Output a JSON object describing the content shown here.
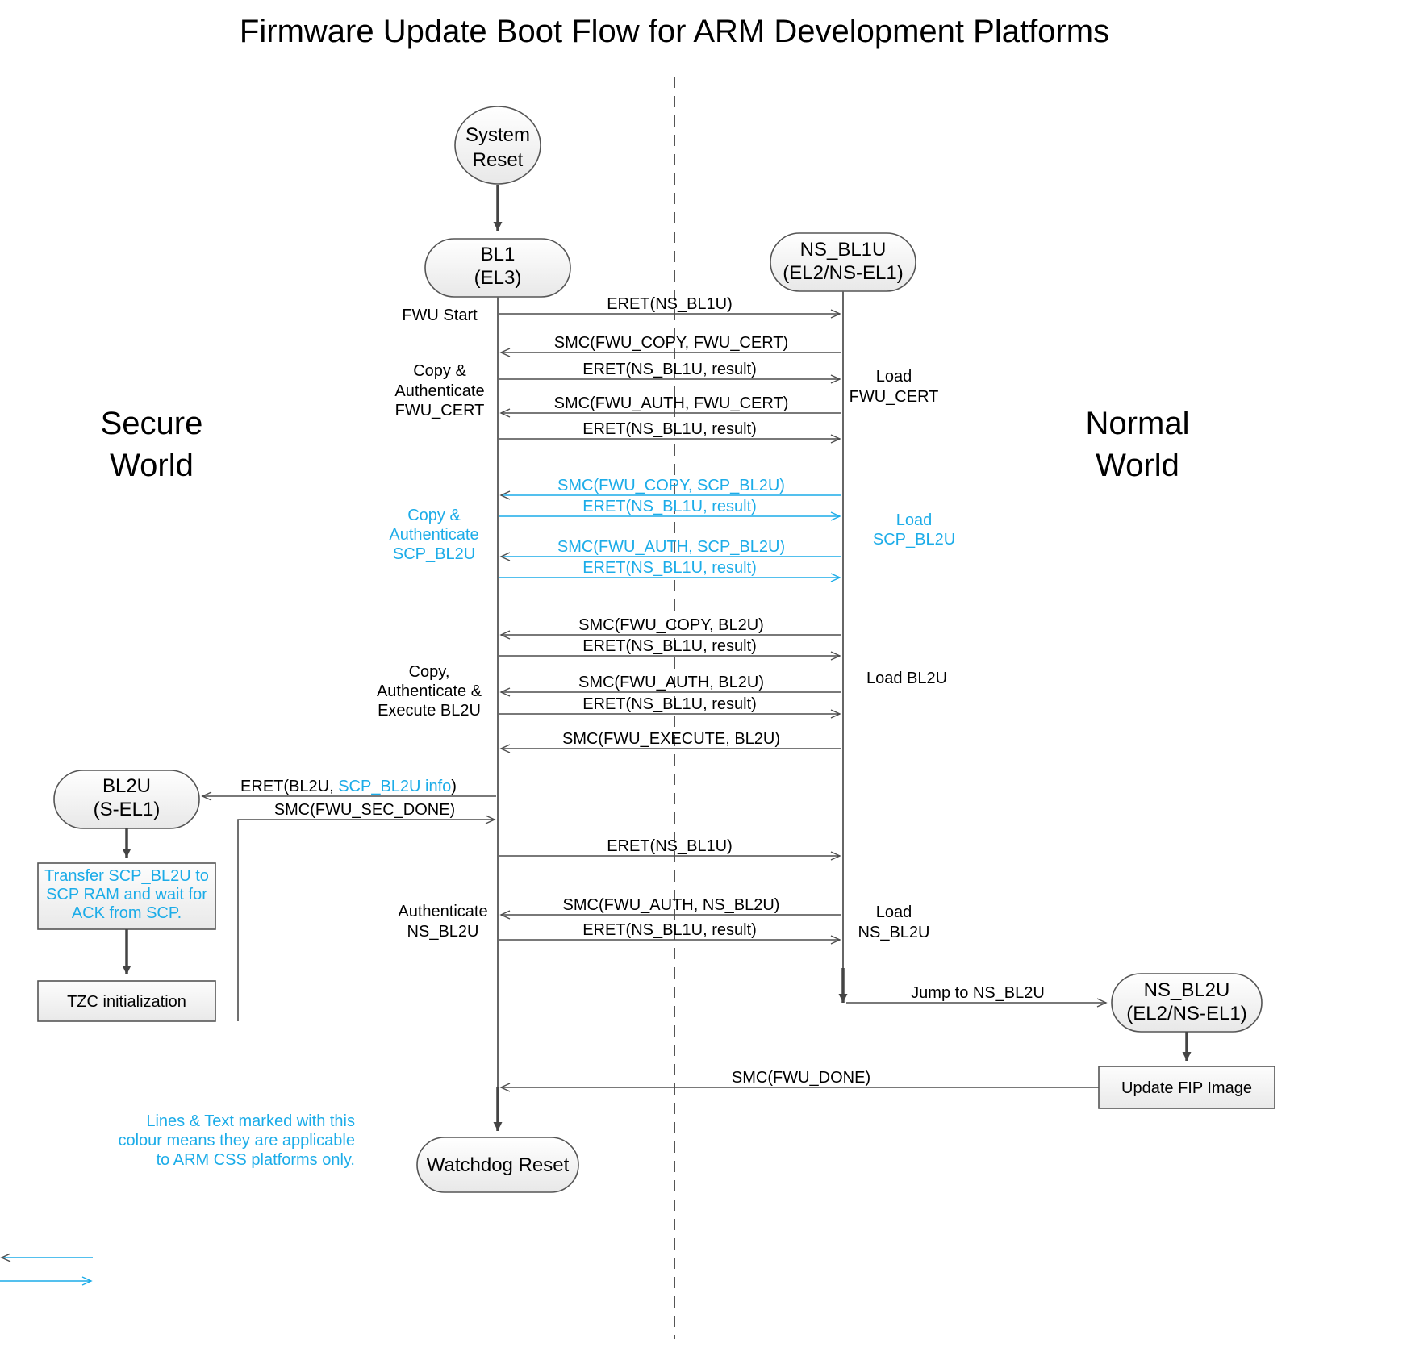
{
  "title": "Firmware Update Boot Flow for ARM Development Platforms",
  "worlds": {
    "secure": "Secure\nWorld",
    "secure_l1": "Secure",
    "secure_l2": "World",
    "normal_l1": "Normal",
    "normal_l2": "World"
  },
  "nodes": {
    "system_reset_l1": "System",
    "system_reset_l2": "Reset",
    "bl1_l1": "BL1",
    "bl1_l2": "(EL3)",
    "ns_bl1u_l1": "NS_BL1U",
    "ns_bl1u_l2": "(EL2/NS-EL1)",
    "bl2u_l1": "BL2U",
    "bl2u_l2": "(S-EL1)",
    "ns_bl2u_l1": "NS_BL2U",
    "ns_bl2u_l2": "(EL2/NS-EL1)",
    "watchdog_reset": "Watchdog Reset",
    "tzc_init": "TZC initialization",
    "update_fip": "Update FIP Image",
    "transfer_note_l1": "Transfer SCP_BL2U to",
    "transfer_note_l2": "SCP RAM and wait for",
    "transfer_note_l3": "ACK from SCP."
  },
  "messages": [
    {
      "id": "m1",
      "label": "ERET(NS_BL1U)",
      "dir": "right",
      "colour": "black"
    },
    {
      "id": "m2",
      "label": "SMC(FWU_COPY, FWU_CERT)",
      "dir": "left",
      "colour": "black"
    },
    {
      "id": "m3",
      "label": "ERET(NS_BL1U, result)",
      "dir": "right",
      "colour": "black"
    },
    {
      "id": "m4",
      "label": "SMC(FWU_AUTH, FWU_CERT)",
      "dir": "left",
      "colour": "black"
    },
    {
      "id": "m5",
      "label": "ERET(NS_BL1U, result)",
      "dir": "right",
      "colour": "black"
    },
    {
      "id": "m6",
      "label": "SMC(FWU_COPY, SCP_BL2U)",
      "dir": "left",
      "colour": "cyan"
    },
    {
      "id": "m7",
      "label": "ERET(NS_BL1U, result)",
      "dir": "right",
      "colour": "cyan"
    },
    {
      "id": "m8",
      "label": "SMC(FWU_AUTH, SCP_BL2U)",
      "dir": "left",
      "colour": "cyan"
    },
    {
      "id": "m9",
      "label": "ERET(NS_BL1U, result)",
      "dir": "right",
      "colour": "cyan"
    },
    {
      "id": "m10",
      "label": "SMC(FWU_COPY, BL2U)",
      "dir": "left",
      "colour": "black"
    },
    {
      "id": "m11",
      "label": "ERET(NS_BL1U, result)",
      "dir": "right",
      "colour": "black"
    },
    {
      "id": "m12",
      "label": "SMC(FWU_AUTH, BL2U)",
      "dir": "left",
      "colour": "black"
    },
    {
      "id": "m13",
      "label": "ERET(NS_BL1U, result)",
      "dir": "right",
      "colour": "black"
    },
    {
      "id": "m14",
      "label": "SMC(FWU_EXECUTE, BL2U)",
      "dir": "left",
      "colour": "black"
    },
    {
      "id": "m15",
      "label": "ERET(NS_BL1U)",
      "dir": "right",
      "colour": "black"
    },
    {
      "id": "m16",
      "label": "SMC(FWU_AUTH, NS_BL2U)",
      "dir": "left",
      "colour": "black"
    },
    {
      "id": "m17",
      "label": "ERET(NS_BL1U, result)",
      "dir": "right",
      "colour": "black"
    },
    {
      "id": "m18",
      "label": "SMC(FWU_DONE)",
      "dir": "left",
      "colour": "black"
    }
  ],
  "special_messages": {
    "eret_bl2u_a": "ERET(BL2U, ",
    "eret_bl2u_b": "SCP_BL2U info",
    "eret_bl2u_c": ")",
    "smc_fwu_sec_done": "SMC(FWU_SEC_DONE)",
    "jump_ns_bl2u": "Jump to NS_BL2U"
  },
  "left_labels": {
    "fwu_start": "FWU Start",
    "copy_auth_cert_l1": "Copy &",
    "copy_auth_cert_l2": "Authenticate",
    "copy_auth_cert_l3": "FWU_CERT",
    "copy_auth_scp_l1": "Copy &",
    "copy_auth_scp_l2": "Authenticate",
    "copy_auth_scp_l3": "SCP_BL2U",
    "copy_auth_exec_l1": "Copy,",
    "copy_auth_exec_l2": "Authenticate &",
    "copy_auth_exec_l3": "Execute BL2U",
    "auth_ns_bl2u_l1": "Authenticate",
    "auth_ns_bl2u_l2": "NS_BL2U"
  },
  "right_labels": {
    "load_fwu_cert_l1": "Load",
    "load_fwu_cert_l2": "FWU_CERT",
    "load_scp_bl2u_l1": "Load",
    "load_scp_bl2u_l2": "SCP_BL2U",
    "load_bl2u": "Load BL2U",
    "load_ns_bl2u_l1": "Load",
    "load_ns_bl2u_l2": "NS_BL2U"
  },
  "legend": {
    "line1": "Lines & Text marked with this",
    "line2": "colour means they are applicable",
    "line3": "to ARM CSS platforms only."
  },
  "colors": {
    "cyan": "#1CACE8",
    "line": "#4d4d4d",
    "node_fill_top": "#ffffff",
    "node_fill_bottom": "#ececec",
    "text": "#000000"
  }
}
